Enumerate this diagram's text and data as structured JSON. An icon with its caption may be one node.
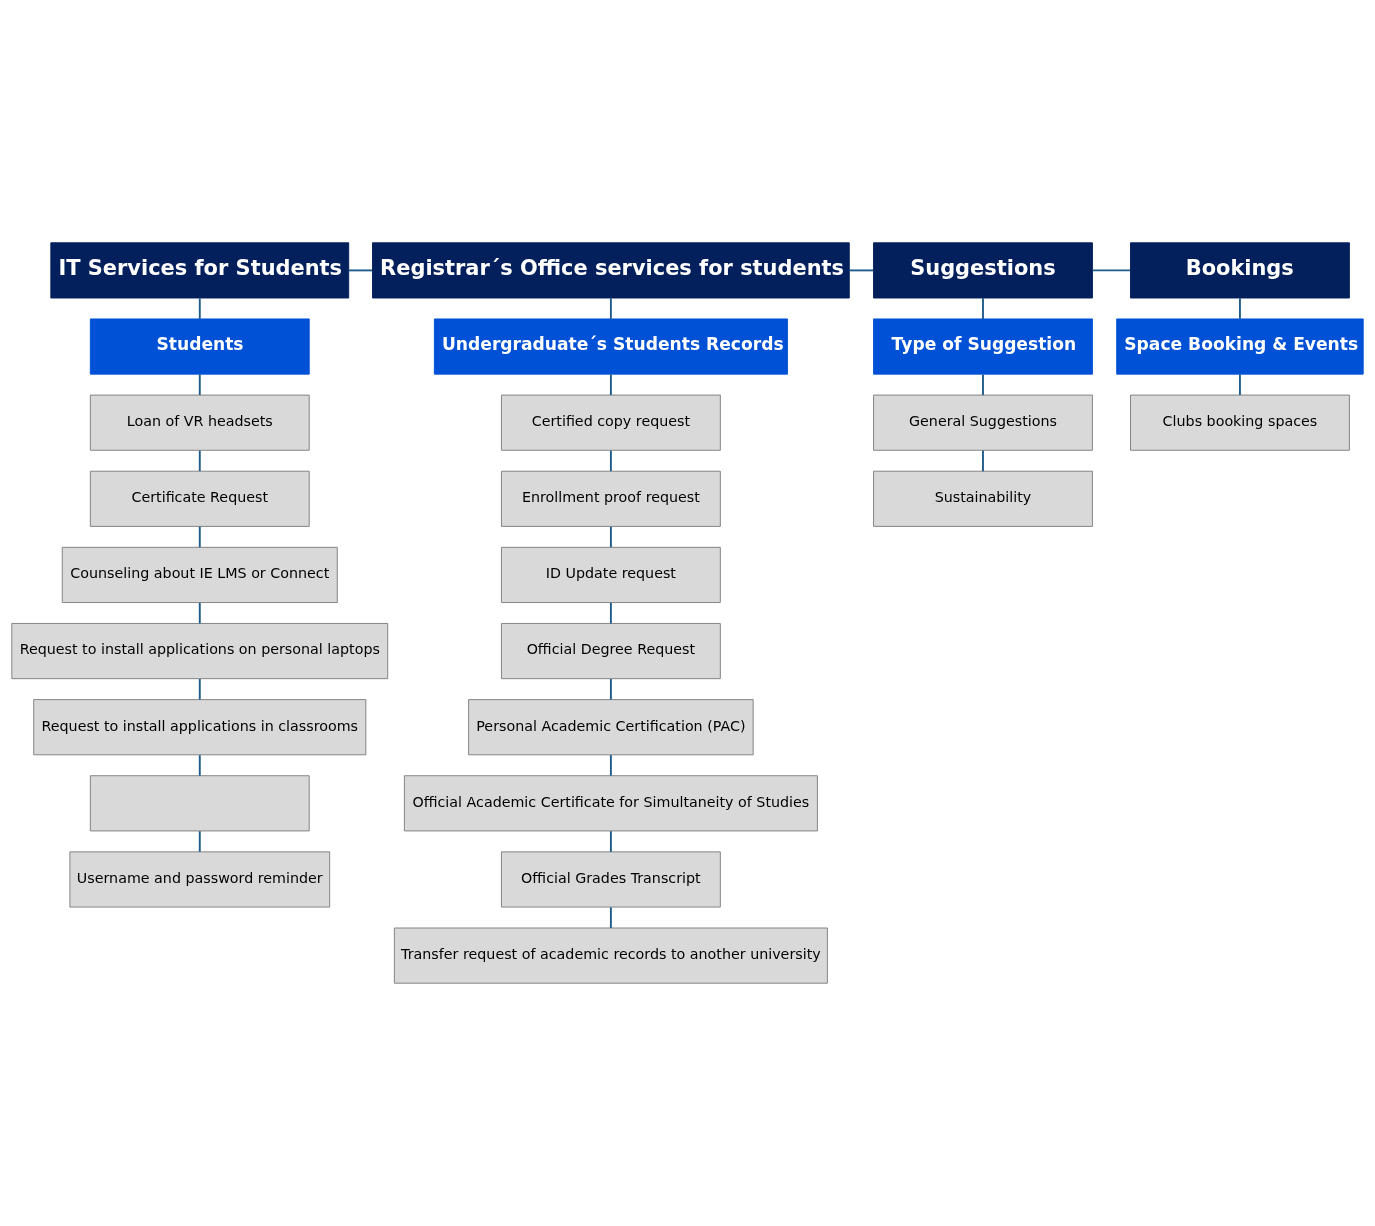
{
  "diagram": {
    "nodes": [
      {
        "text": [
          "IT Services for Students"
        ]
      },
      {
        "text": [
          "Students"
        ]
      },
      {
        "text": [
          "Loan of VR headsets"
        ]
      },
      {
        "text": [
          "Certificate Request"
        ]
      },
      {
        "text": [
          "Counseling about IE LMS or Connect"
        ]
      },
      {
        "text": [
          "Request to install applications on personal laptops"
        ]
      },
      {
        "text": [
          "Request to install applications in classrooms"
        ]
      },
      {
        "text": [],
        "shape": "box"
      },
      {
        "text": [
          "Username and password reminder"
        ]
      },
      {
        "text": [
          "Registrar´s Office services for students"
        ]
      },
      {
        "text": [
          "Undergraduate´s Students Records"
        ]
      },
      {
        "text": [
          "Certified copy request"
        ]
      },
      {
        "text": [
          "Enrollment proof request"
        ]
      },
      {
        "text": [
          "ID Update request"
        ]
      },
      {
        "text": [
          "Official Degree Request"
        ]
      },
      {
        "text": [
          "Personal Academic Certification (PAC)"
        ]
      },
      {
        "text": [
          "Official Academic Certificate for Simultaneity of Studies"
        ]
      },
      {
        "text": [
          "Official Grades Transcript"
        ]
      },
      {
        "text": [
          "Transfer request of academic records to another university"
        ]
      },
      {
        "text": [
          "Suggestions"
        ]
      },
      {
        "text": [
          "Type of Suggestion"
        ]
      },
      {
        "text": [
          "General Suggestions"
        ]
      },
      {
        "text": [
          "Sustainability"
        ]
      },
      {
        "text": [
          "Bookings"
        ]
      },
      {
        "text": [
          "Space Booking & Events"
        ]
      },
      {
        "text": [
          "Clubs booking spaces"
        ]
      }
    ],
    "edges": [
      {
        "from": 0,
        "to": 9,
        "arrow": "none"
      },
      {
        "from": 9,
        "to": 19,
        "arrow": "none"
      },
      {
        "from": 19,
        "to": 23,
        "arrow": "none"
      },
      {
        "from": 0,
        "to": 1,
        "arrow": "none"
      },
      {
        "from": 1,
        "to": 2,
        "arrow": "none"
      },
      {
        "from": 2,
        "to": 3,
        "arrow": "none"
      },
      {
        "from": 3,
        "to": 4,
        "arrow": "none"
      },
      {
        "from": 4,
        "to": 5,
        "arrow": "none"
      },
      {
        "from": 5,
        "to": 6,
        "arrow": "none"
      },
      {
        "from": 6,
        "to": 7,
        "arrow": "none"
      },
      {
        "from": 7,
        "to": 8,
        "arrow": "none"
      },
      {
        "from": 9,
        "to": 10,
        "arrow": "none"
      },
      {
        "from": 10,
        "to": 11,
        "arrow": "none"
      },
      {
        "from": 11,
        "to": 12,
        "arrow": "none"
      },
      {
        "from": 12,
        "to": 13,
        "arrow": "none"
      },
      {
        "from": 13,
        "to": 14,
        "arrow": "none"
      },
      {
        "from": 14,
        "to": 15,
        "arrow": "none"
      },
      {
        "from": 15,
        "to": 16,
        "arrow": "none"
      },
      {
        "from": 16,
        "to": 17,
        "arrow": "none"
      },
      {
        "from": 17,
        "to": 18,
        "arrow": "none"
      },
      {
        "from": 19,
        "to": 20,
        "arrow": "none"
      },
      {
        "from": 20,
        "to": 21,
        "arrow": "none"
      },
      {
        "from": 21,
        "to": 22,
        "arrow": "none"
      },
      {
        "from": 23,
        "to": 24,
        "arrow": "none"
      },
      {
        "from": 24,
        "to": 25,
        "arrow": "none"
      }
    ]
  }
}
